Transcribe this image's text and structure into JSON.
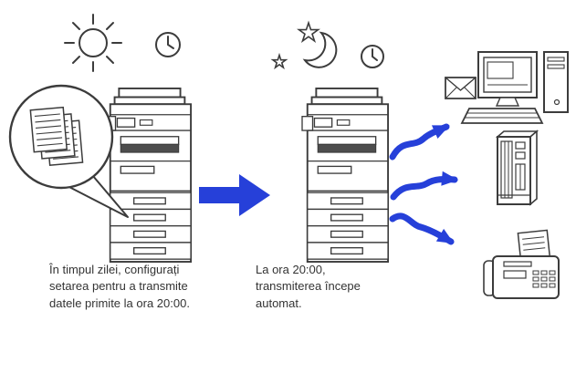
{
  "captions": {
    "day": {
      "lines": [
        "În timpul zilei, configurați",
        "setarea pentru a transmite",
        "datele primite la ora 20:00."
      ]
    },
    "night": {
      "lines": [
        "La ora 20:00,",
        "transmiterea începe",
        "automat."
      ]
    }
  },
  "colors": {
    "accent_blue": "#2640d9",
    "line": "#3c3c3c",
    "slot_dark": "#4d4d4d",
    "background": "#ffffff"
  },
  "icons": [
    "sun-icon",
    "clock-icon-day",
    "documents-callout",
    "copier-day",
    "transition-arrow",
    "star-icon-small",
    "star-icon-large",
    "moon-icon",
    "clock-icon-night",
    "copier-night",
    "arrow-to-computer",
    "arrow-to-server",
    "arrow-to-fax",
    "computer",
    "envelope-icon",
    "server",
    "fax"
  ]
}
